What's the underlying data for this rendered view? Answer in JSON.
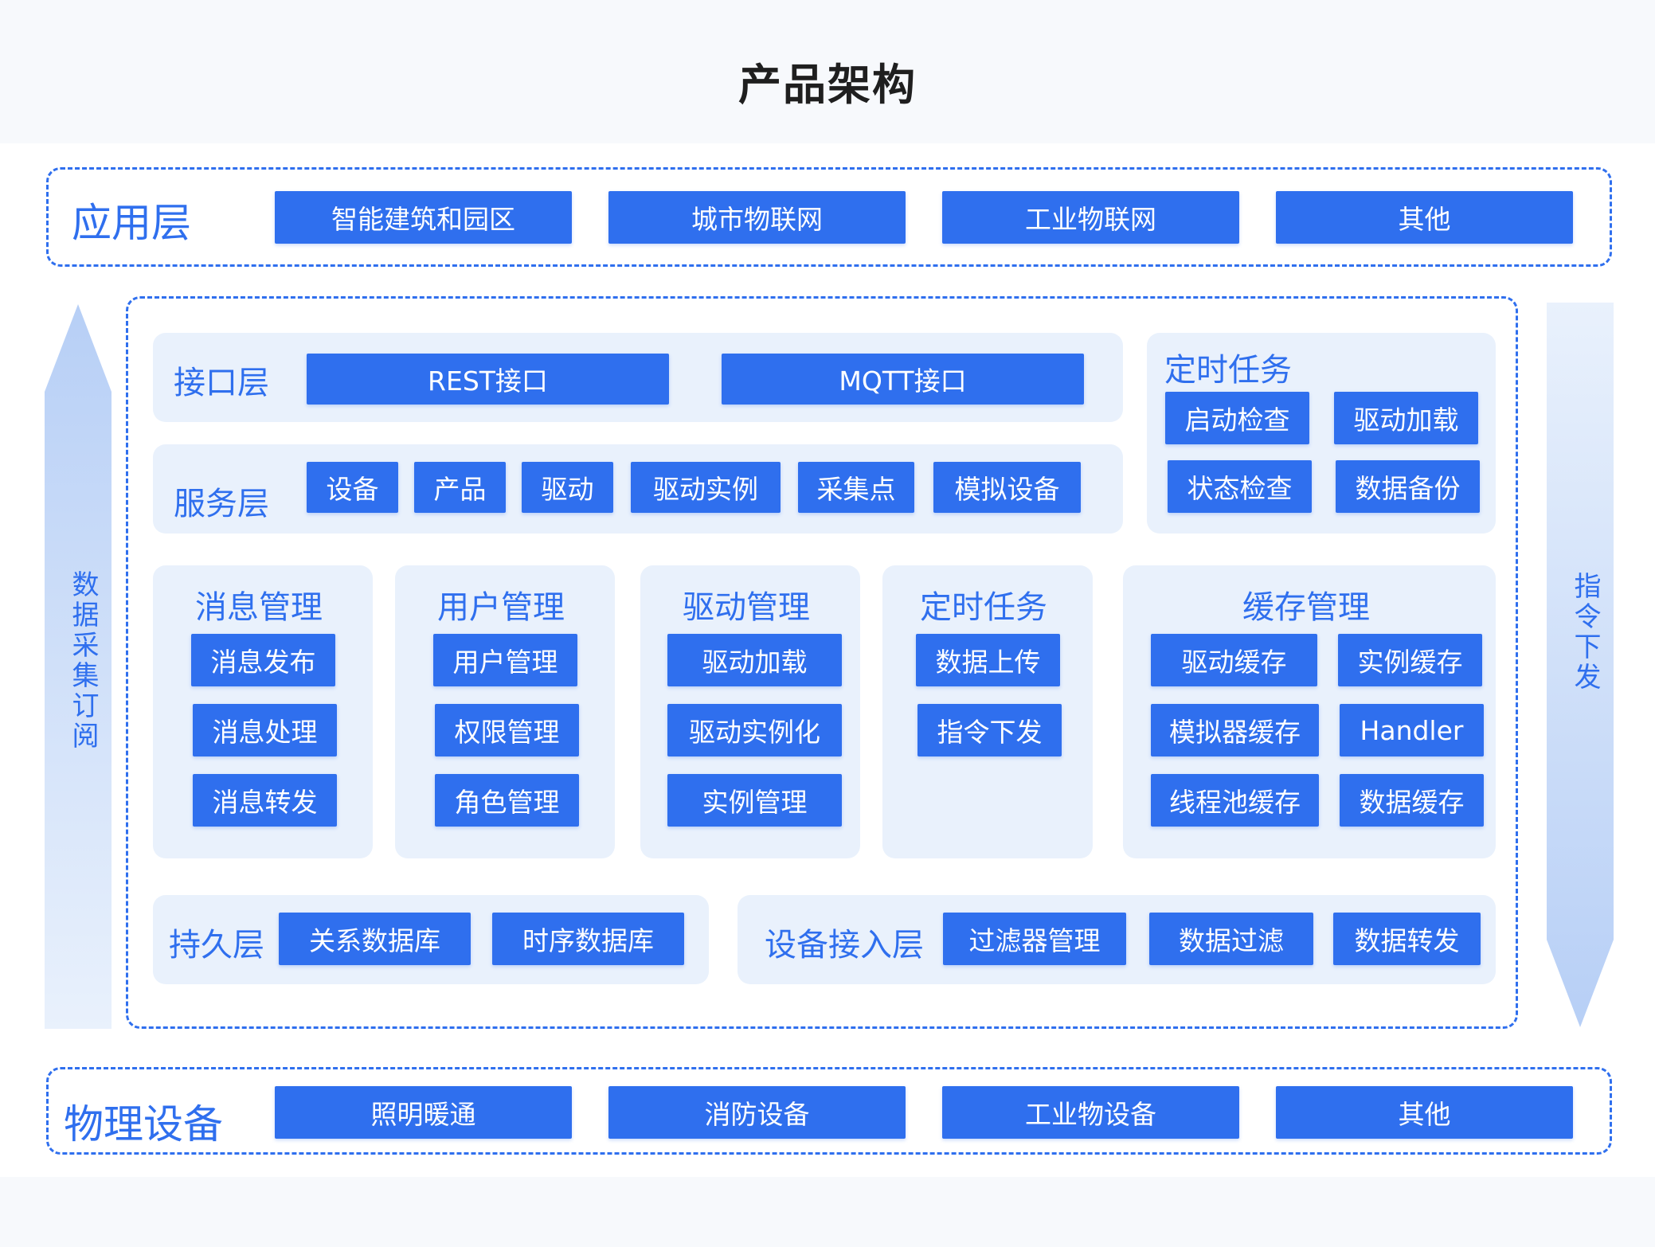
{
  "title": "产品架构",
  "app_layer": {
    "label": "应用层",
    "items": [
      "智能建筑和园区",
      "城市物联网",
      "工业物联网",
      "其他"
    ]
  },
  "left_arrow_label": "数据采集订阅",
  "right_arrow_label": "指令下发",
  "interface_layer": {
    "label": "接口层",
    "items": [
      "REST接口",
      "MQTT接口"
    ]
  },
  "service_layer": {
    "label": "服务层",
    "items": [
      "设备",
      "产品",
      "驱动",
      "驱动实例",
      "采集点",
      "模拟设备"
    ]
  },
  "scheduled_top": {
    "label": "定时任务",
    "items": [
      "启动检查",
      "驱动加载",
      "状态检查",
      "数据备份"
    ]
  },
  "message_mgmt": {
    "label": "消息管理",
    "items": [
      "消息发布",
      "消息处理",
      "消息转发"
    ]
  },
  "user_mgmt": {
    "label": "用户管理",
    "items": [
      "用户管理",
      "权限管理",
      "角色管理"
    ]
  },
  "driver_mgmt": {
    "label": "驱动管理",
    "items": [
      "驱动加载",
      "驱动实例化",
      "实例管理"
    ]
  },
  "scheduled_mid": {
    "label": "定时任务",
    "items": [
      "数据上传",
      "指令下发"
    ]
  },
  "cache_mgmt": {
    "label": "缓存管理",
    "items": [
      "驱动缓存",
      "实例缓存",
      "模拟器缓存",
      "Handler",
      "线程池缓存",
      "数据缓存"
    ]
  },
  "persistence_layer": {
    "label": "持久层",
    "items": [
      "关系数据库",
      "时序数据库"
    ]
  },
  "access_layer": {
    "label": "设备接入层",
    "items": [
      "过滤器管理",
      "数据过滤",
      "数据转发"
    ]
  },
  "physical_layer": {
    "label": "物理设备",
    "items": [
      "照明暖通",
      "消防设备",
      "工业物设备",
      "其他"
    ]
  },
  "colors": {
    "primary": "#2f6fee",
    "panel": "#e9f1fc",
    "title": "#1f1f1f"
  }
}
